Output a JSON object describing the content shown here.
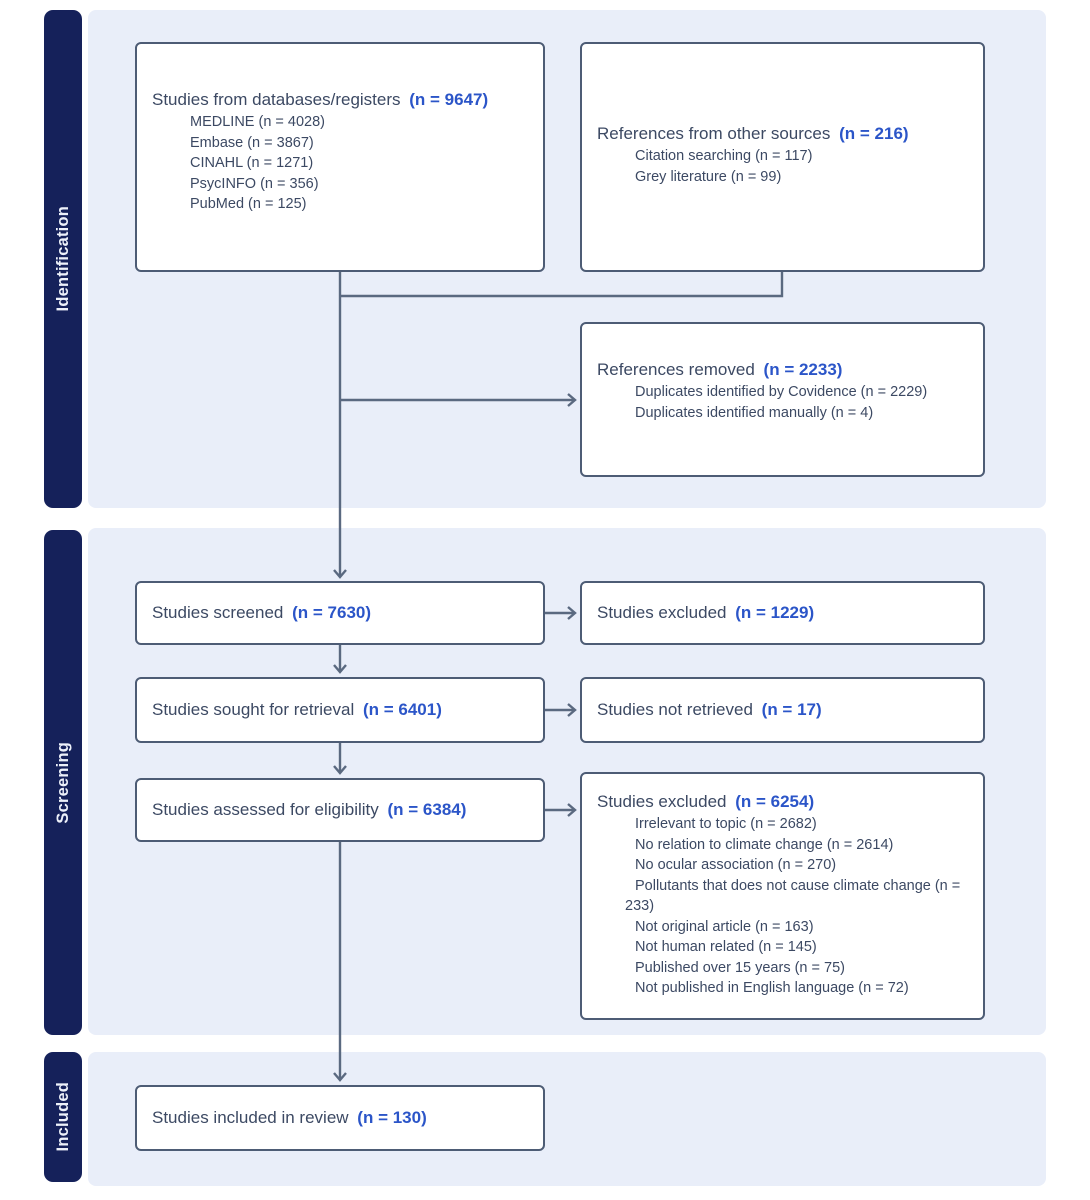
{
  "colors": {
    "stage_bar": "#15215a",
    "stage_text": "#edf1fa",
    "panel": "#e9eef9",
    "box_bg": "#ffffff",
    "box_border": "#4d5c75",
    "text": "#3c4963",
    "count_accent": "#2b55c8",
    "connector": "#5a6980"
  },
  "stages": {
    "identification": "Identification",
    "screening": "Screening",
    "included": "Included"
  },
  "boxes": {
    "databases": {
      "title": "Studies from databases/registers",
      "n": "(n = 9647)",
      "items": [
        "MEDLINE (n = 4028)",
        "Embase (n = 3867)",
        "CINAHL (n = 1271)",
        "PsycINFO (n = 356)",
        "PubMed (n = 125)"
      ]
    },
    "other_sources": {
      "title": "References from other sources",
      "n": "(n = 216)",
      "items": [
        "Citation searching (n = 117)",
        "Grey literature (n = 99)"
      ]
    },
    "removed": {
      "title": "References removed",
      "n": "(n = 2233)",
      "items": [
        "Duplicates identified by Covidence (n = 2229)",
        "Duplicates identified manually (n = 4)"
      ]
    },
    "screened": {
      "title": "Studies screened",
      "n": "(n = 7630)"
    },
    "excluded_screening": {
      "title": "Studies excluded",
      "n": "(n = 1229)"
    },
    "sought": {
      "title": "Studies sought for retrieval",
      "n": "(n = 6401)"
    },
    "not_retrieved": {
      "title": "Studies not retrieved",
      "n": "(n = 17)"
    },
    "assessed": {
      "title": "Studies assessed for eligibility",
      "n": "(n = 6384)"
    },
    "excluded_eligibility": {
      "title": "Studies excluded",
      "n": "(n = 6254)",
      "items": [
        "Irrelevant to topic (n = 2682)",
        "No relation to climate change (n = 2614)",
        "No ocular association (n = 270)",
        "Pollutants that does not cause climate change (n = 233)",
        "Not original article (n = 163)",
        "Not human related (n = 145)",
        "Published over 15 years (n = 75)",
        "Not published in English language (n = 72)"
      ]
    },
    "included_review": {
      "title": "Studies included in review",
      "n": "(n = 130)"
    }
  }
}
